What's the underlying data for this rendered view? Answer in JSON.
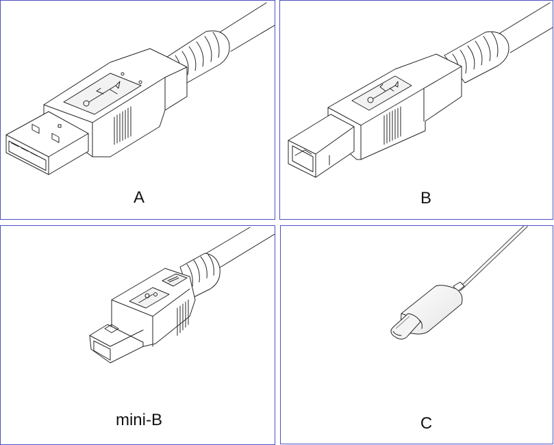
{
  "figure": {
    "border_color": "#4a4fc0",
    "panels": [
      {
        "id": "A",
        "label": "A",
        "description": "USB Type-A connector with USB trident logo, ribbed strain relief and cable"
      },
      {
        "id": "B",
        "label": "B",
        "description": "USB Type-B connector with USB trident logo, ribbed strain relief and cable"
      },
      {
        "id": "mini-B",
        "label": "mini-B",
        "description": "USB Mini-B connector with USB logo and strain relief"
      },
      {
        "id": "C",
        "label": "C",
        "description": "USB Type-C connector, white rounded housing with thin cable"
      }
    ]
  }
}
